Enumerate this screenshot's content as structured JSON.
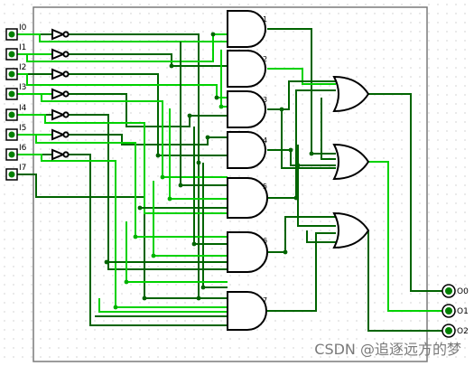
{
  "inputs": [
    "I0",
    "I1",
    "I2",
    "I3",
    "I4",
    "I5",
    "I6",
    "I7"
  ],
  "and_gates": [
    "1",
    "2",
    "3",
    "4",
    "5",
    "6",
    "7"
  ],
  "or_gates": [
    "",
    "",
    ""
  ],
  "outputs": [
    "O0",
    "O1",
    "O2"
  ],
  "watermark": "CSDN @追逐远方的梦",
  "colors": {
    "wire_dark": "#006400",
    "wire_light": "#00d200",
    "grid_dot": "#b8b8b8"
  }
}
